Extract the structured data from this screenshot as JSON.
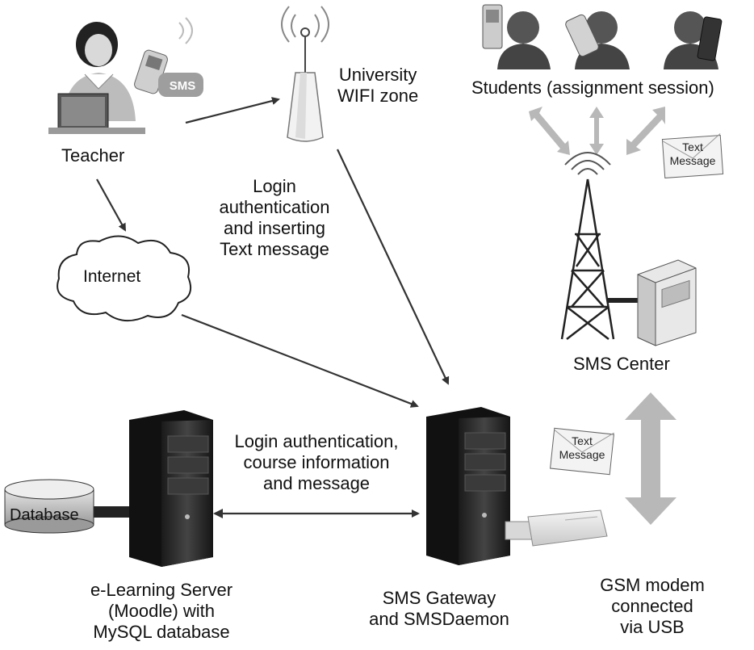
{
  "labels": {
    "teacher": "Teacher",
    "sms_badge": "SMS",
    "wifi": [
      "University",
      "WIFI zone"
    ],
    "internet": "Internet",
    "login_insert": [
      "Login",
      "authentication",
      "and inserting",
      "Text message"
    ],
    "students": "Students (assignment session)",
    "text_message_top": [
      "Text",
      "Message"
    ],
    "sms_center": "SMS Center",
    "login_course": [
      "Login authentication,",
      "course information",
      "and message"
    ],
    "database": "Database",
    "text_message_bottom": [
      "Text",
      "Message"
    ],
    "elearning_server": [
      "e-Learning Server",
      "(Moodle) with",
      "MySQL database"
    ],
    "sms_gateway": [
      "SMS Gateway",
      "and SMSDaemon"
    ],
    "gsm_modem": [
      "GSM modem",
      "connected",
      "via USB"
    ]
  },
  "icons": {
    "teacher": "teacher-with-laptop-icon",
    "phone": "mobile-phone-icon",
    "wifi": "wifi-antenna-icon",
    "cloud": "cloud-icon",
    "student": "student-with-phone-icon",
    "tower": "cell-tower-icon",
    "sms_center_unit": "server-cabinet-icon",
    "envelope": "envelope-icon",
    "server": "tower-server-icon",
    "database": "database-cylinder-icon",
    "usb_modem": "usb-modem-icon"
  },
  "colors": {
    "dark_arrow": "#333333",
    "light_arrow": "#b8b8b8",
    "server_body": "#2a2a2a",
    "paper": "#ffffff"
  }
}
